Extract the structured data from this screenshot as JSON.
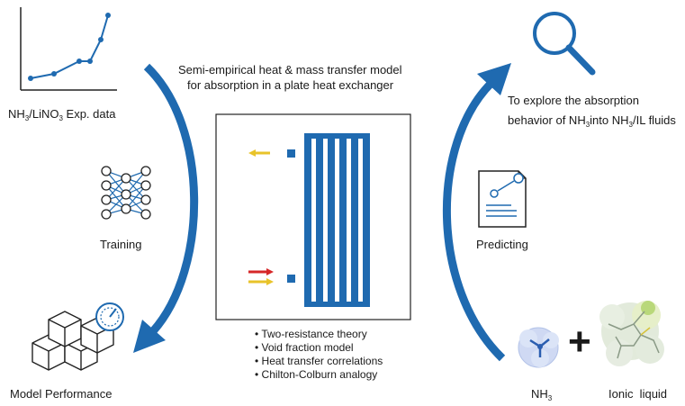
{
  "title": {
    "line1": "Semi-empirical heat & mass transfer model",
    "line2": "for absorption in a plate heat exchanger"
  },
  "left": {
    "exp_data": {
      "prefix": "NH",
      "sub1": "3",
      "mid": "/LiNO",
      "sub2": "3",
      "suffix": " Exp. data"
    },
    "training": "Training",
    "model_performance": "Model Performance"
  },
  "right": {
    "explore": {
      "line1": "To explore the absorption",
      "l2_a": "behavior of NH",
      "l2_sub1": "3",
      "l2_b": "into NH",
      "l2_sub2": "3",
      "l2_c": "/IL fluids"
    },
    "predicting": "Predicting",
    "nh3": {
      "prefix": "NH",
      "sub": "3"
    },
    "ionic_liquid": "Ionic  liquid",
    "plus": "+"
  },
  "center": {
    "bullets": [
      "• Two-resistance theory",
      "• Void fraction model",
      "• Heat transfer correlations",
      "• Chilton-Colburn analogy"
    ]
  },
  "icons": {
    "exp_chart": "line-chart-icon",
    "neural_net": "neural-network-icon",
    "cubes": "cubes-gauge-icon",
    "magnifier": "magnifying-glass-icon",
    "document": "report-document-icon",
    "nh3_molecule": "ammonia-molecule-icon",
    "il_molecule": "ionic-liquid-molecule-icon"
  },
  "colors": {
    "arrow_blue": "#1f6ab0",
    "plate_blue": "#1f6ab0",
    "red": "#d62728",
    "yellow": "#e8c32a"
  }
}
